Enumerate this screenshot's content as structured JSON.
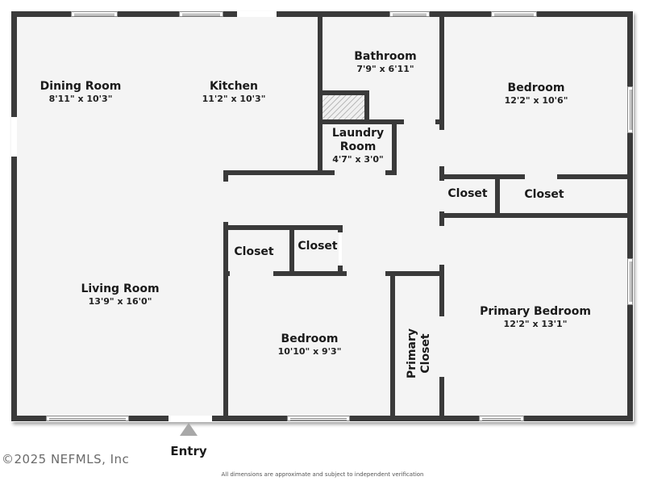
{
  "floorplan": {
    "rooms": {
      "dining_room": {
        "name": "Dining Room",
        "dimensions": "8'11\" x 10'3\""
      },
      "kitchen": {
        "name": "Kitchen",
        "dimensions": "11'2\" x 10'3\""
      },
      "bathroom": {
        "name": "Bathroom",
        "dimensions": "7'9\" x 6'11\""
      },
      "bedroom_ne": {
        "name": "Bedroom",
        "dimensions": "12'2\" x 10'6\""
      },
      "laundry_room": {
        "name": "Laundry\nRoom",
        "name_line1": "Laundry",
        "name_line2": "Room",
        "dimensions": "4'7\" x 3'0\""
      },
      "closet_ne_small": {
        "name": "Closet"
      },
      "closet_ne_large": {
        "name": "Closet"
      },
      "closet_center_left": {
        "name": "Closet"
      },
      "closet_center_right": {
        "name": "Closet"
      },
      "living_room": {
        "name": "Living Room",
        "dimensions": "13'9\" x 16'0\""
      },
      "bedroom_s": {
        "name": "Bedroom",
        "dimensions": "10'10\" x 9'3\""
      },
      "primary_closet": {
        "name_line1": "Primary",
        "name_line2": "Closet"
      },
      "primary_bedroom": {
        "name": "Primary Bedroom",
        "dimensions": "12'2\" x 13'1\""
      }
    },
    "entry_label": "Entry",
    "copyright": "©2025 NEFMLS, Inc",
    "disclaimer": "All dimensions are approximate and subject to independent verification",
    "colors": {
      "wall": "#3a3a3a",
      "floor": "#f4f4f4",
      "entry_arrow": "#a8a8a8"
    }
  }
}
